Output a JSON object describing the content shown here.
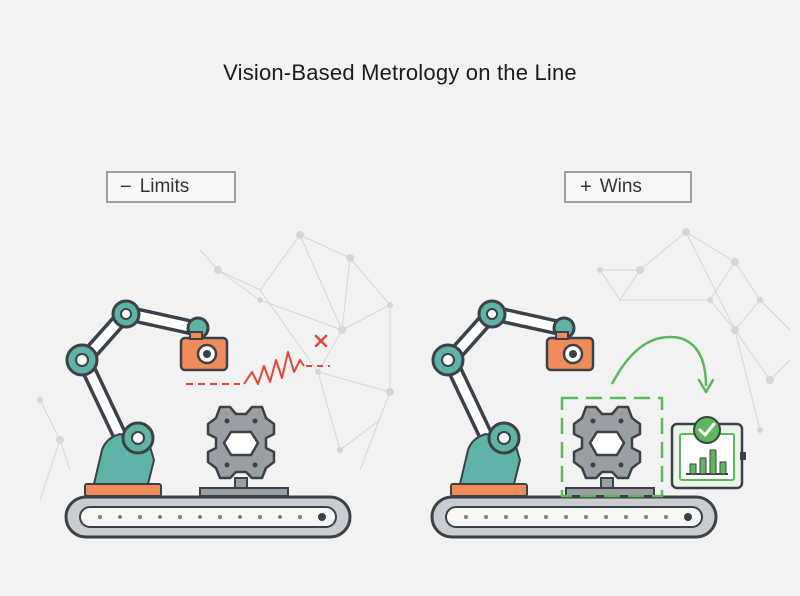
{
  "title": "Vision-Based Metrology on the Line",
  "panels": [
    {
      "symbol": "−",
      "label": "Limits"
    },
    {
      "symbol": "+",
      "label": "Wins"
    }
  ],
  "icons": {
    "error_mark": "x-mark-icon",
    "check_mark": "check-icon",
    "camera": "camera-icon",
    "gear_part": "gear-part-icon"
  },
  "colors": {
    "background": "#f2f2f2",
    "outline": "#3a4148",
    "robot_teal": "#5fb3a6",
    "camera_orange": "#f08c5a",
    "base_orange": "#f08c5a",
    "gear_gray": "#9a9fa4",
    "conveyor_gray": "#c9ccd0",
    "signal_red": "#e0463c",
    "success_green": "#5cb85c",
    "network_gray": "#d6d6d6"
  }
}
